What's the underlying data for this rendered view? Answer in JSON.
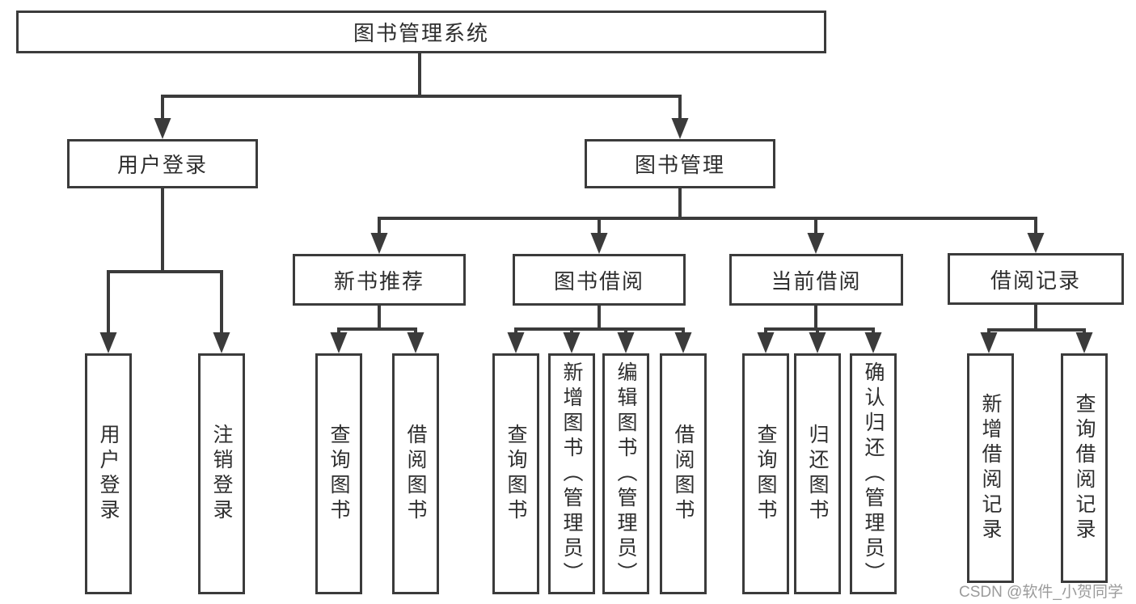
{
  "tree": {
    "root": {
      "label": "图书管理系统"
    },
    "branches": [
      {
        "label": "用户登录",
        "children": [
          {
            "label": "用户登录"
          },
          {
            "label": "注销登录"
          }
        ]
      },
      {
        "label": "图书管理",
        "children": [
          {
            "label": "新书推荐",
            "children": [
              {
                "label": "查询图书"
              },
              {
                "label": "借阅图书"
              }
            ]
          },
          {
            "label": "图书借阅",
            "children": [
              {
                "label": "查询图书"
              },
              {
                "label": "新增图书（管理员）"
              },
              {
                "label": "编辑图书（管理员）"
              },
              {
                "label": "借阅图书"
              }
            ]
          },
          {
            "label": "当前借阅",
            "children": [
              {
                "label": "查询图书"
              },
              {
                "label": "归还图书"
              },
              {
                "label": "确认归还（管理员）"
              }
            ]
          },
          {
            "label": "借阅记录",
            "children": [
              {
                "label": "新增借阅记录"
              },
              {
                "label": "查询借阅记录"
              }
            ]
          }
        ]
      }
    ]
  },
  "watermark": {
    "text": "CSDN @软件_小贺同学"
  },
  "colors": {
    "line": "#3b3b3b",
    "text": "#2e2e2e",
    "watermark": "#9b9b9b",
    "background": "#ffffff"
  }
}
